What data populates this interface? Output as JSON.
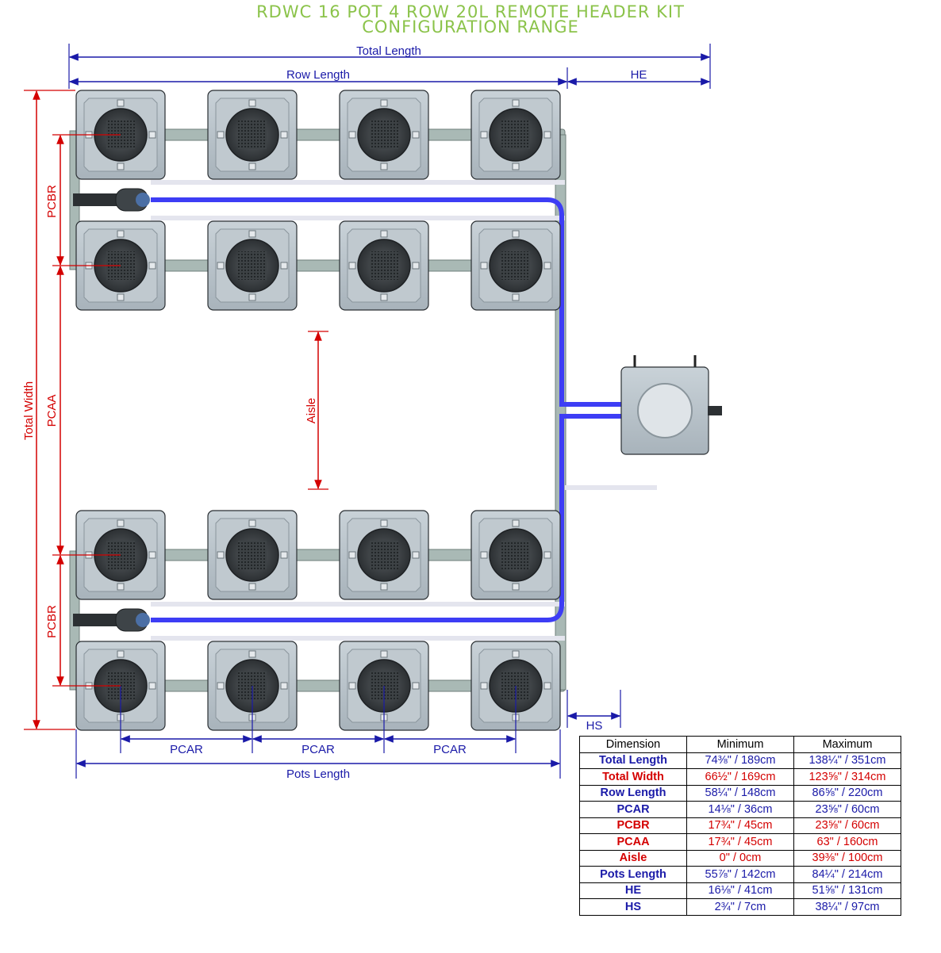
{
  "title": {
    "line1": "RDWC 16 POT 4 ROW 20L REMOTE HEADER KIT",
    "line2": "CONFIGURATION RANGE"
  },
  "colors": {
    "title": "#8bc34a",
    "blue_label": "#1a1aa8",
    "red_label": "#d40000",
    "hose": "#3d3df5",
    "pot": "#b9c3cb",
    "pipe": "#a9b9b5"
  },
  "labels": {
    "total_length": "Total Length",
    "row_length": "Row Length",
    "he": "HE",
    "hs": "HS",
    "total_width": "Total Width",
    "pcbr_top": "PCBR",
    "pcbr_bottom": "PCBR",
    "pcaa": "PCAA",
    "aisle": "Aisle",
    "pcar_1": "PCAR",
    "pcar_2": "PCAR",
    "pcar_3": "PCAR",
    "pots_length": "Pots Length"
  },
  "table": {
    "headers": [
      "Dimension",
      "Minimum",
      "Maximum"
    ],
    "rows": [
      {
        "dimension": "Total Length",
        "min": "74⅜\" / 189cm",
        "max": "138¼\" / 351cm",
        "color": "blue"
      },
      {
        "dimension": "Total Width",
        "min": "66½\" / 169cm",
        "max": "123⅝\" / 314cm",
        "color": "red"
      },
      {
        "dimension": "Row Length",
        "min": "58¼\" / 148cm",
        "max": "86⅝\" / 220cm",
        "color": "blue"
      },
      {
        "dimension": "PCAR",
        "min": "14⅛\" / 36cm",
        "max": "23⅝\" / 60cm",
        "color": "blue"
      },
      {
        "dimension": "PCBR",
        "min": "17¾\" / 45cm",
        "max": "23⅝\" / 60cm",
        "color": "red"
      },
      {
        "dimension": "PCAA",
        "min": "17¾\" / 45cm",
        "max": "63\" / 160cm",
        "color": "red"
      },
      {
        "dimension": "Aisle",
        "min": "0\" / 0cm",
        "max": "39⅜\" / 100cm",
        "color": "red"
      },
      {
        "dimension": "Pots Length",
        "min": "55⅞\" / 142cm",
        "max": "84¼\" / 214cm",
        "color": "blue"
      },
      {
        "dimension": "HE",
        "min": "16⅛\" / 41cm",
        "max": "51⅝\" / 131cm",
        "color": "blue"
      },
      {
        "dimension": "HS",
        "min": "2¾\" / 7cm",
        "max": "38¼\" / 97cm",
        "color": "blue"
      }
    ]
  }
}
